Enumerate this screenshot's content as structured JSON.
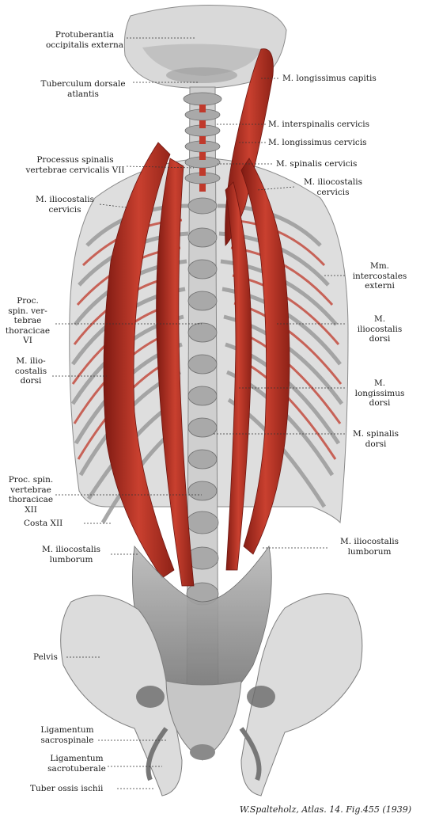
{
  "labels": {
    "protuberantia": "Protuberantia\noccipitalis externa",
    "tuberculum": "Tuberculum dorsale\natlantis",
    "longissimus_capitis": "M. longissimus capitis",
    "interspinalis_cervicis": "M. interspinalis cervicis",
    "longissimus_cervicis": "M. longissimus cervicis",
    "processus_spinalis_c7": "Processus spinalis\nvertebrae cervicalis VII",
    "spinalis_cervicis": "M. spinalis cervicis",
    "iliocostalis_cervicis_left": "M. iliocostalis\ncervicis",
    "iliocostalis_cervicis_right": "M. iliocostalis\ncervicis",
    "intercostales_externi": "Mm.\nintercostales\nexterni",
    "proc_spin_th6": "Proc.\nspin. ver-\ntebrae\nthoracicae\nVI",
    "iliocostalis_dorsi_right": "M.\niliocostalis\ndorsi",
    "iliocostalis_dorsi_left": "M. ilio-\ncostalis\ndorsi",
    "longissimus_dorsi": "M.\nlongissimus\ndorsi",
    "spinalis_dorsi": "M. spinalis\ndorsi",
    "proc_spin_th12": "Proc. spin.\nvertebrae\nthoracicae\nXII",
    "costa_xii": "Costa XII",
    "iliocostalis_lumborum_left": "M. iliocostalis\nlumborum",
    "iliocostalis_lumborum_right": "M. iliocostalis\nlumborum",
    "pelvis": "Pelvis",
    "lig_sacrospinale": "Ligamentum\nsacrospinale",
    "lig_sacrotuberale": "Ligamentum\nsacrotuberale",
    "tuber_ischii": "Tuber ossis ischii"
  },
  "caption": "W.Spalteholz, Atlas. 14. Fig.455 (1939)",
  "colors": {
    "muscle": "#c0392b",
    "muscle_dark": "#8e1f17",
    "bone": "#dcdcdc",
    "bone_shadow": "#8a8a8a",
    "background": "#ffffff"
  }
}
